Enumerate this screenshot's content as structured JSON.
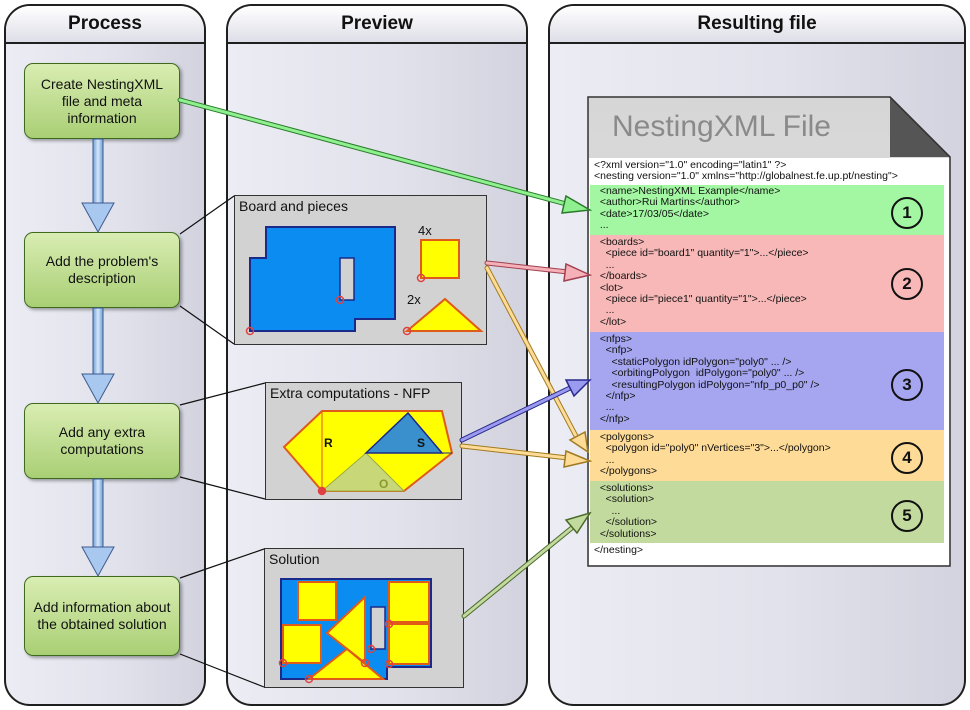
{
  "lanes": {
    "process": "Process",
    "preview": "Preview",
    "result": "Resulting file"
  },
  "steps": [
    "Create NestingXML file and meta information",
    "Add the problem's description",
    "Add any extra computations",
    "Add information about the obtained solution"
  ],
  "preview": {
    "board_title": "Board and pieces",
    "qty_square": "4x",
    "qty_triangle": "2x",
    "nfp_title": "Extra computations - NFP",
    "nfp_label_r": "R",
    "nfp_label_s": "S",
    "nfp_label_o": "O",
    "solution_title": "Solution"
  },
  "file": {
    "title": "NestingXML File",
    "header_lines": [
      "<?xml version=\"1.0\" encoding=\"latin1\" ?>",
      "<nesting version=\"1.0\" xmlns=\"http://globalnest.fe.up.pt/nesting\">"
    ],
    "section1": [
      "  <name>NestingXML Example</name>",
      "  <author>Rui Martins</author>",
      "  <date>17/03/05</date>",
      "  ..."
    ],
    "section2": [
      "  <boards>",
      "    <piece id=\"board1\" quantity=\"1\">...</piece>",
      "    ...",
      "  </boards>",
      "  <lot>",
      "    <piece id=\"piece1\" quantity=\"1\">...</piece>",
      "    ...",
      "  </lot>"
    ],
    "section3": [
      "  <nfps>",
      "    <nfp>",
      "      <staticPolygon idPolygon=\"poly0\" ... />",
      "      <orbitingPolygon  idPolygon=\"poly0\" ... />",
      "      <resultingPolygon idPolygon=\"nfp_p0_p0\" />",
      "    </nfp>",
      "    ...",
      "  </nfp>"
    ],
    "section4": [
      "  <polygons>",
      "    <polygon id=\"poly0\" nVertices=\"3\">...</polygon>",
      "    ...",
      "  </polygons>"
    ],
    "section5": [
      "  <solutions>",
      "    <solution>",
      "      ...",
      "    </solution>",
      "  </solutions>"
    ],
    "footer": "</nesting>",
    "badges": [
      "1",
      "2",
      "3",
      "4",
      "5"
    ]
  },
  "colors": {
    "band1": "#a3f7a3",
    "band2": "#f8b8b8",
    "band3": "#a6a6f0",
    "band4": "#fedc97",
    "band5": "#c3da9f",
    "board_blue": "#0a8cf0",
    "piece_yellow": "#ffff00",
    "piece_outline": "#e05a18",
    "arrow_down": "#a8c8f0"
  }
}
